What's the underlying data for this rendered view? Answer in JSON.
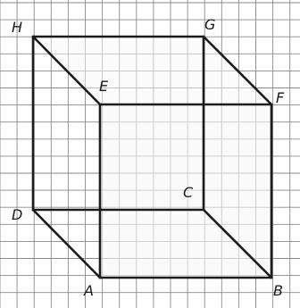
{
  "figure": {
    "labels": {
      "H": "H",
      "G": "G",
      "E": "E",
      "F": "F",
      "C": "C",
      "D": "D",
      "A": "A",
      "B": "B"
    },
    "colors": {
      "edge": "#1c1c1c",
      "grid": "#8a8a8a",
      "background": "#ffffff",
      "face": "#f7f7f7"
    }
  }
}
